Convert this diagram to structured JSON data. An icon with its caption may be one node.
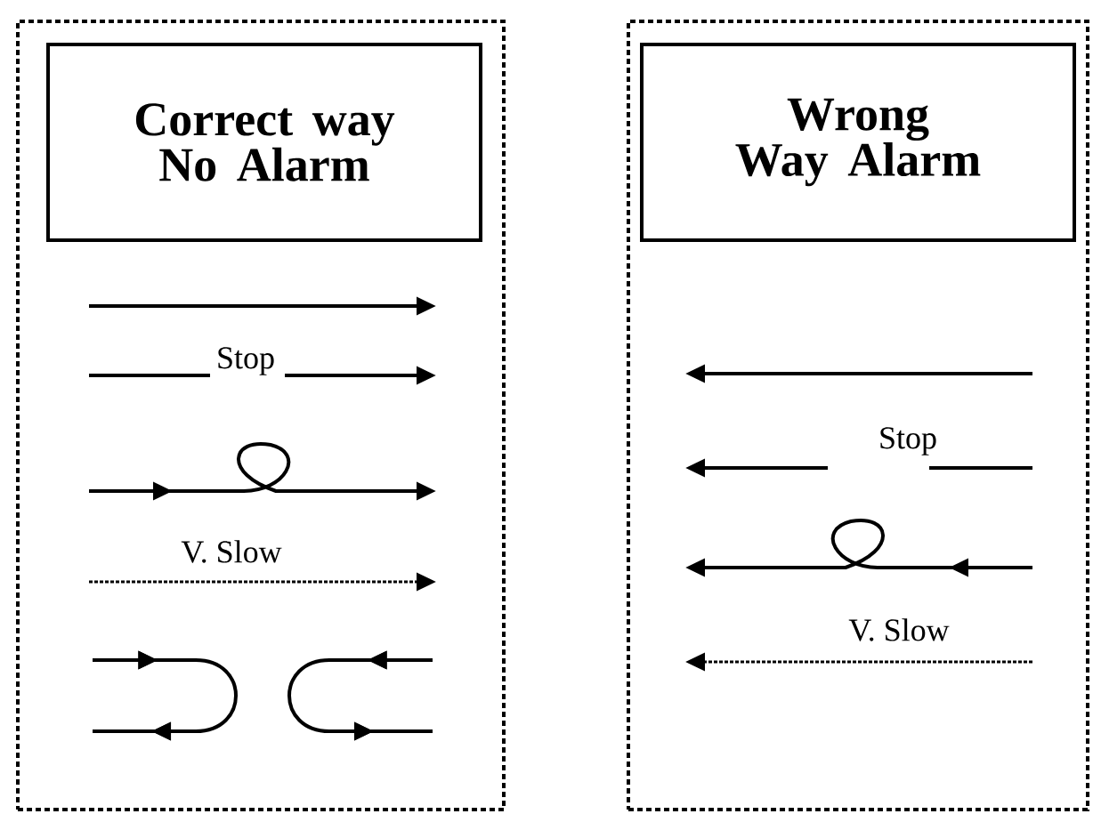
{
  "diagram": {
    "nodes": [
      {
        "text": [],
        "shape": "box"
      },
      {
        "text": [
          "Correct way No Alarm"
        ],
        "in": 0
      },
      {
        "text": [],
        "shape": "box"
      },
      {
        "text": [
          "Wrong Way Alarm"
        ],
        "in": 2
      }
    ],
    "labels": [
      "Stop",
      "V. Slow",
      "Stop",
      "V. Slow"
    ]
  }
}
